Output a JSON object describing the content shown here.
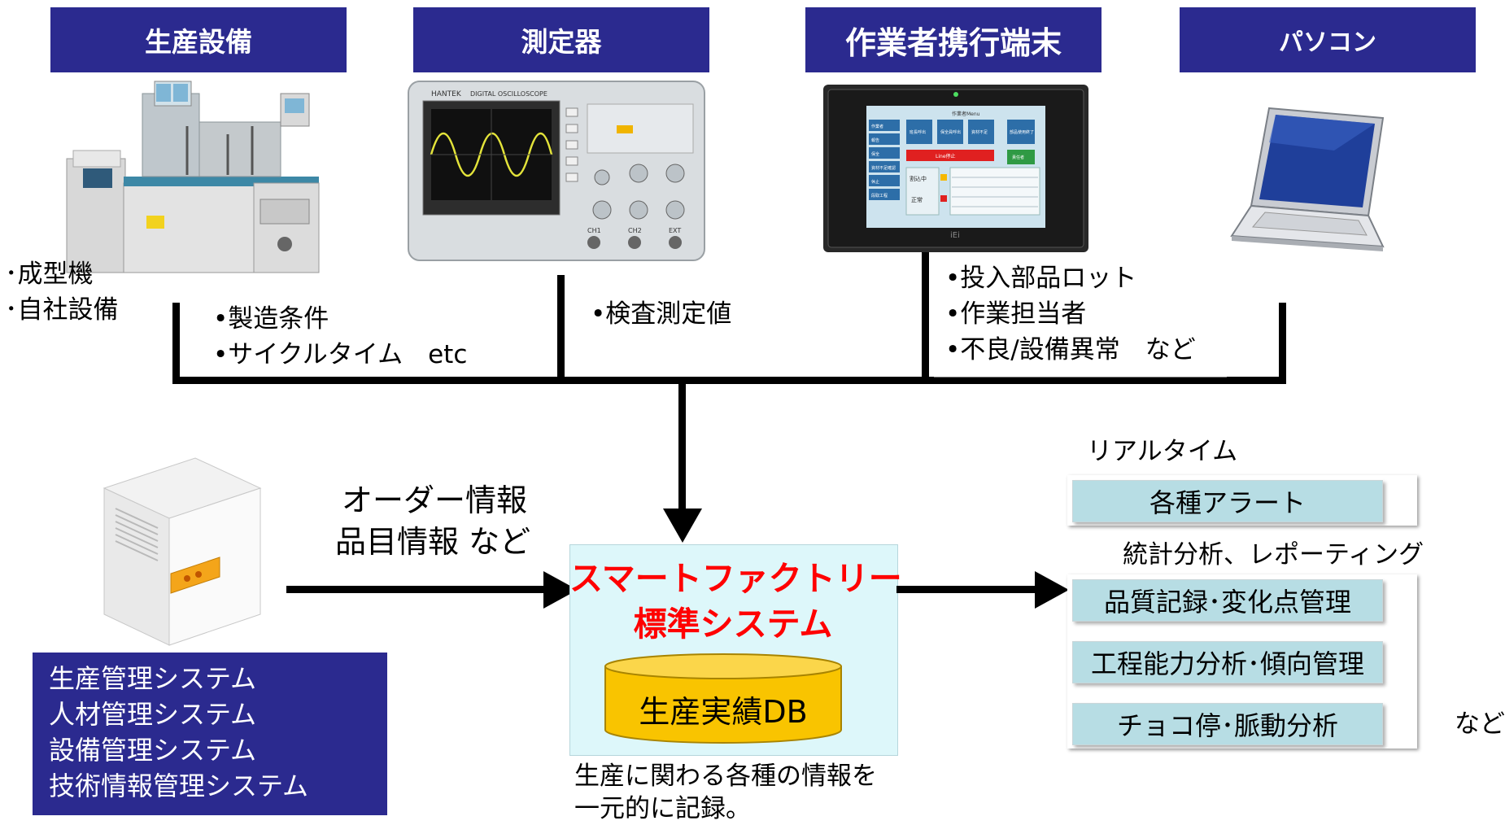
{
  "headers": {
    "production_equipment": "生産設備",
    "measuring_instrument": "測定器",
    "worker_terminal": "作業者携行端末",
    "pc": "パソコン"
  },
  "equipment_notes": [
    "･成型機",
    "･自社設備"
  ],
  "production_data": [
    "•製造条件",
    "•サイクルタイム　etc"
  ],
  "measurement_data": [
    "•検査測定値"
  ],
  "terminal_data": [
    "•投入部品ロット",
    "•作業担当者",
    "•不良/設備異常　など"
  ],
  "oscilloscope": {
    "brand": "HANTEK",
    "model": "DIGITAL OSCILLOSCOPE",
    "channels": [
      "CH1",
      "CH2",
      "EXT"
    ]
  },
  "tablet": {
    "title": "作業者Menu",
    "menu": [
      "作業者",
      "報告",
      "保全",
      "資材不足確認",
      "休止",
      "段取工程"
    ],
    "buttons": [
      "班長呼出",
      "保全員呼出",
      "資材不足",
      "部品使用終了"
    ],
    "line_stop": "Line停止",
    "other": "責任者",
    "status": [
      "割込中",
      "正常"
    ],
    "brand": "iEi"
  },
  "server_label": [
    "生産管理システム",
    "人材管理システム",
    "設備管理システム",
    "技術情報管理システム"
  ],
  "order_info": [
    "オーダー情報",
    "品目情報 など"
  ],
  "smart_factory": {
    "title_line1": "スマートファクトリー",
    "title_line2": "標準システム",
    "db_label": "生産実績DB",
    "title_color": "#ff0000",
    "caption": [
      "生産に関わる各種の情報を",
      "一元的に記録。"
    ]
  },
  "outputs": {
    "realtime_label": "リアルタイム",
    "alerts": "各種アラート",
    "stats_label": "統計分析、レポーティング",
    "items": [
      "品質記録･変化点管理",
      "工程能力分析･傾向管理",
      "チョコ停･脈動分析"
    ],
    "etc": "など"
  },
  "colors": {
    "header_bg": "#2b2a8f",
    "center_box": "#ddf7fa",
    "db_fill": "#f9c400",
    "output_box": "#b7dde4"
  }
}
